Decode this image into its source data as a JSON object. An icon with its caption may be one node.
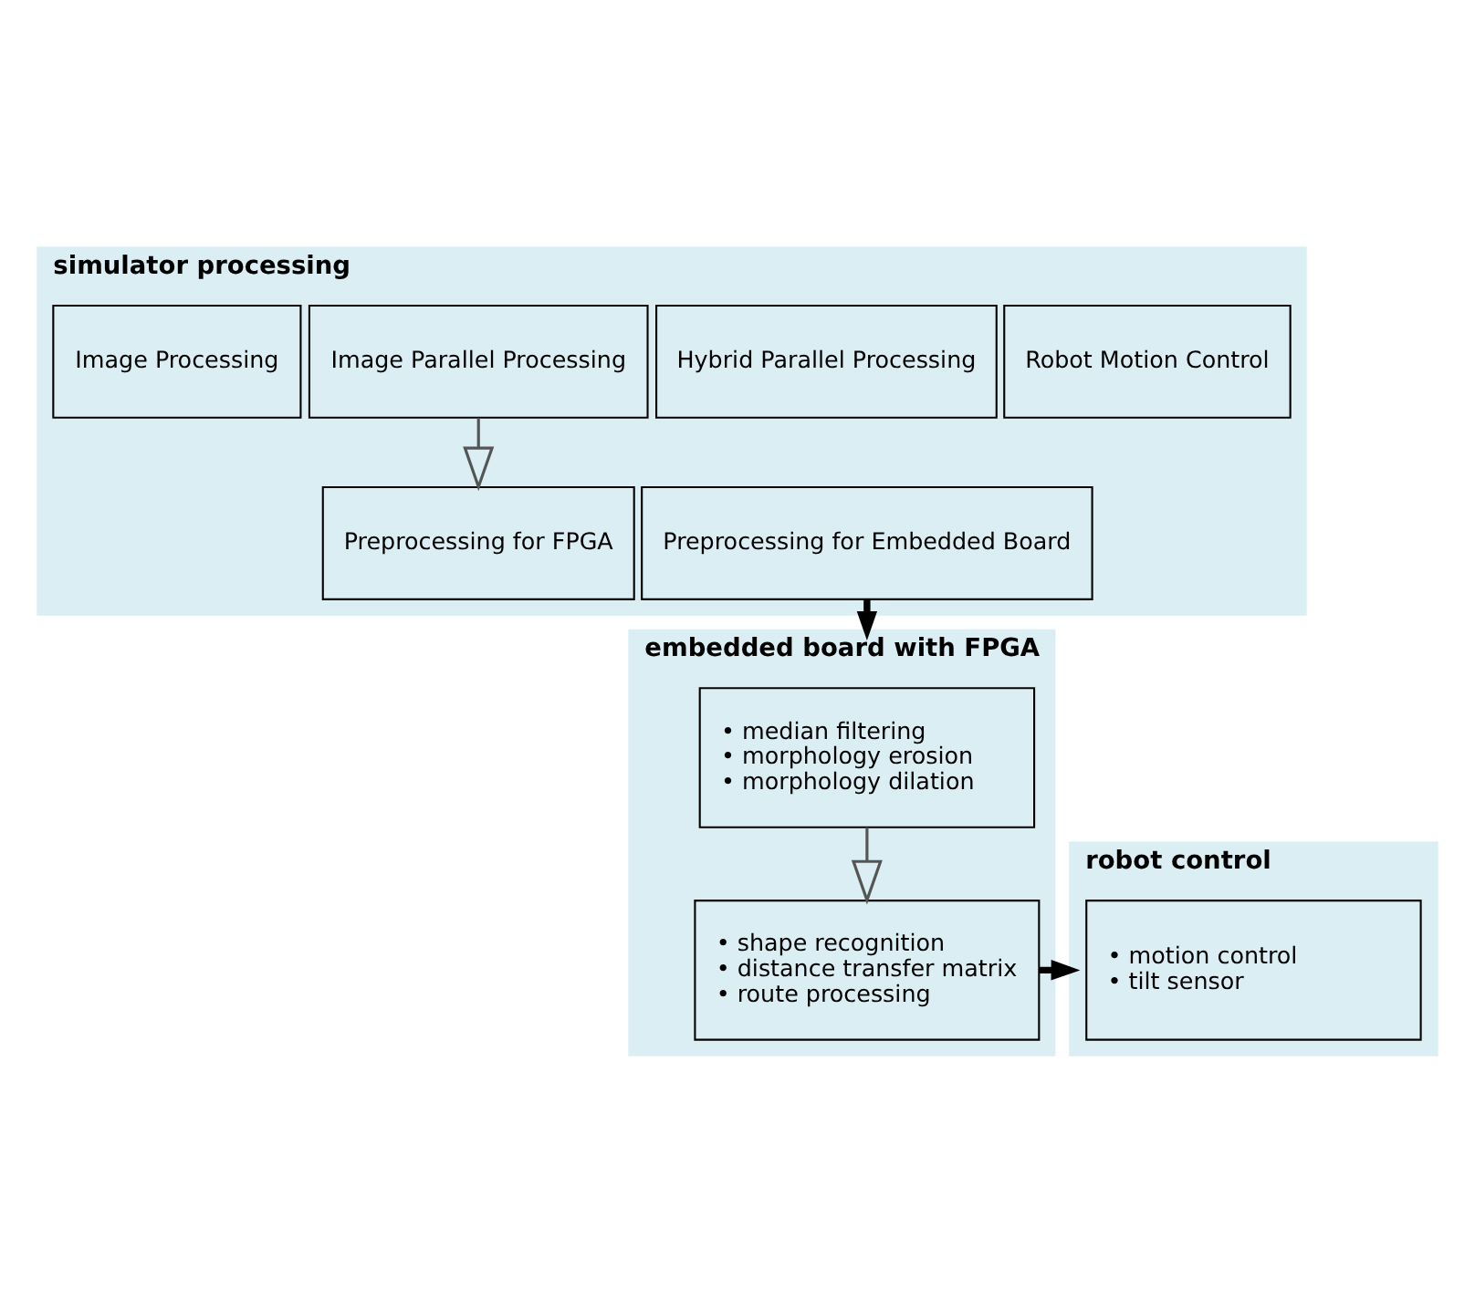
{
  "diagram": {
    "nodes": [
      {
        "text": [
          "simulator processing"
        ]
      },
      {
        "text": [
          "Image Processing"
        ],
        "in": 0
      },
      {
        "text": [
          "Image Parallel Processing"
        ],
        "in": 0
      },
      {
        "text": [
          "Hybrid Parallel Processing"
        ],
        "in": 0
      },
      {
        "text": [
          "Robot Motion Control"
        ],
        "in": 0
      },
      {
        "text": [
          "Preprocessing for FPGA"
        ],
        "in": 0
      },
      {
        "text": [
          "Preprocessing for Embedded Board"
        ],
        "in": 0
      },
      {
        "text": [
          "embedded board with FPGA"
        ]
      },
      {
        "text": [
          "• median filtering",
          "• morphology erosion",
          "• morphology dilation"
        ],
        "in": 7
      },
      {
        "text": [
          "• shape recognition",
          "• distance transfer matrix",
          "• route processing"
        ],
        "in": 7
      },
      {
        "text": [
          "robot control"
        ]
      },
      {
        "text": [
          "• motion control",
          "• tilt sensor"
        ],
        "in": 10
      }
    ],
    "edges": [
      {
        "from": 2,
        "to": 5,
        "arrow": "to"
      },
      {
        "from": 6,
        "to": 8,
        "arrow": "to",
        "style": "thick"
      },
      {
        "from": 8,
        "to": 9,
        "arrow": "to"
      },
      {
        "from": 9,
        "to": 11,
        "arrow": "to",
        "style": "thick"
      }
    ]
  }
}
